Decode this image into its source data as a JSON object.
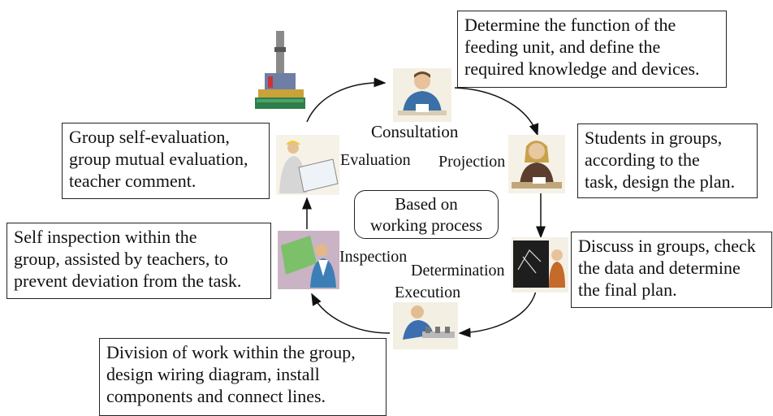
{
  "center_label": [
    "Based on",
    "working process"
  ],
  "stages": {
    "consultation": "Consultation",
    "projection": "Projection",
    "determination": "Determination",
    "execution": "Execution",
    "inspection": "Inspection",
    "evaluation": "Evaluation"
  },
  "boxes": {
    "consultation": [
      "Determine the function of the",
      "feeding unit, and define the",
      "required knowledge and devices."
    ],
    "projection": [
      "Students in groups,",
      "according to the",
      "task, design the plan."
    ],
    "determination": [
      "Discuss in groups, check",
      "the data and determine",
      "the final plan."
    ],
    "execution": [
      "Division of work within the group,",
      "design wiring diagram, install",
      "components and connect lines."
    ],
    "inspection": [
      "Self inspection within the",
      "group, assisted by teachers, to",
      "prevent deviation from the task."
    ],
    "evaluation": [
      "Group self-evaluation,",
      "group mutual evaluation,",
      "teacher comment."
    ]
  }
}
